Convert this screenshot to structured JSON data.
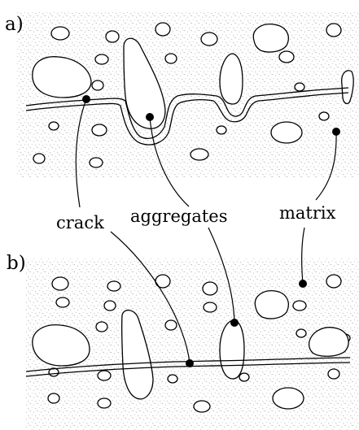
{
  "panels": [
    {
      "label": "a)"
    },
    {
      "label": "b)"
    }
  ],
  "labels": {
    "crack": "crack",
    "aggregates": "aggregates",
    "matrix": "matrix"
  },
  "colors": {
    "background": "#ffffff",
    "ink": "#000000",
    "matrix_speckle": "#9a9a9a"
  }
}
